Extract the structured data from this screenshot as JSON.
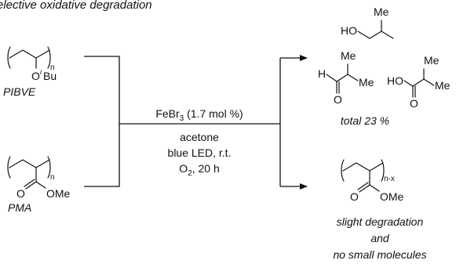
{
  "header": {
    "title": "elective oxidative degradation"
  },
  "reactant_pibve": {
    "name": "PIBVE",
    "subscript": "n",
    "substituent_o": "O",
    "substituent_i": "i",
    "substituent_bu": "Bu"
  },
  "reactant_pma": {
    "name": "PMA",
    "subscript": "n",
    "carbonyl_o": "O",
    "ester_ome": "OMe"
  },
  "conditions": {
    "reagent_main": "FeBr",
    "reagent_sub": "3",
    "reagent_load": " (1.7 mol %)",
    "solvent": "acetone",
    "light_temp": "blue LED, r.t.",
    "gas_main": "O",
    "gas_sub": "2",
    "time": ", 20 h"
  },
  "products_top": {
    "alcohol_ho": "HO",
    "alcohol_me": "Me",
    "aldehyde_h": "H",
    "aldehyde_o": "O",
    "aldehyde_me1": "Me",
    "aldehyde_me2": "Me",
    "acid_ho": "HO",
    "acid_o": "O",
    "acid_me1": "Me",
    "acid_me2": "Me",
    "yield_text": "total 23 %"
  },
  "products_bottom": {
    "subscript": "n-x",
    "carbonyl_o": "O",
    "ester_ome": "OMe",
    "note_line1": "slight degradation",
    "note_line2": "and",
    "note_line3": "no small molecules"
  }
}
